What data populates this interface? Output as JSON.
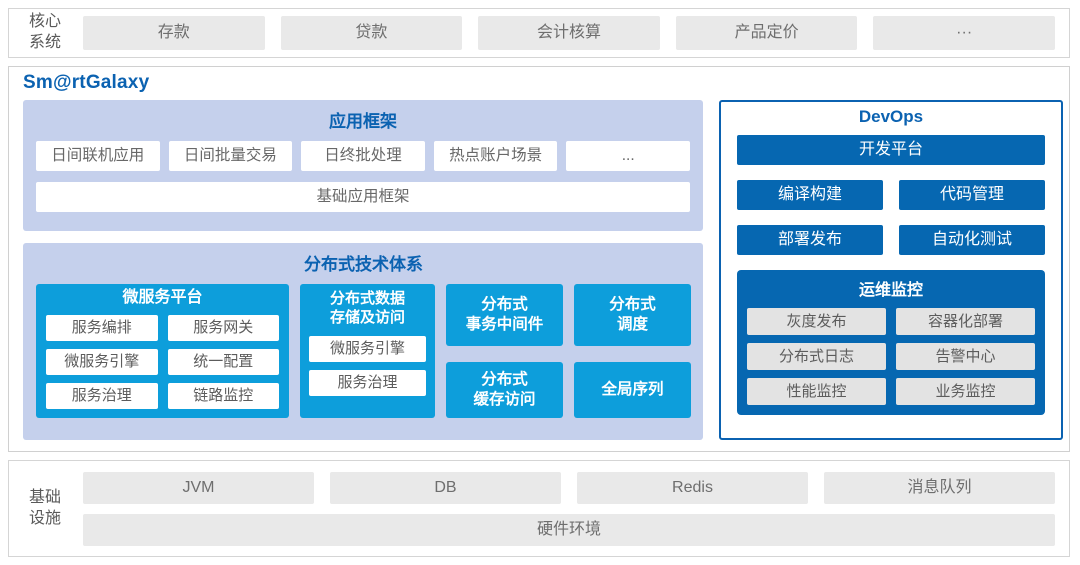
{
  "colors": {
    "brand_blue": "#0b62b1",
    "cyan": "#0d9edb",
    "dark_blue": "#0667b1",
    "section_bg": "#c5d0ec",
    "gray_box": "#e9e9e9"
  },
  "top_band": {
    "label": "核心\n系统",
    "items": [
      "存款",
      "贷款",
      "会计核算",
      "产品定价",
      "···"
    ]
  },
  "platform": {
    "title": "Sm@rtGalaxy",
    "app_framework": {
      "title": "应用框架",
      "items": [
        "日间联机应用",
        "日间批量交易",
        "日终批处理",
        "热点账户场景",
        "..."
      ],
      "base": "基础应用框架"
    },
    "distributed": {
      "title": "分布式技术体系",
      "microservice": {
        "title": "微服务平台",
        "items": [
          "服务编排",
          "服务网关",
          "微服务引擎",
          "统一配置",
          "服务治理",
          "链路监控"
        ]
      },
      "data_storage": {
        "title": "分布式数据\n存储及访问",
        "items": [
          "微服务引擎",
          "服务治理"
        ]
      },
      "blocks": {
        "transaction": "分布式\n事务中间件",
        "scheduler": "分布式\n调度",
        "cache": "分布式\n缓存访问",
        "sequence": "全局序列"
      }
    },
    "devops": {
      "title": "DevOps",
      "dev_platform": "开发平台",
      "tools": [
        "编译构建",
        "代码管理",
        "部署发布",
        "自动化测试"
      ],
      "monitoring": {
        "title": "运维监控",
        "items": [
          "灰度发布",
          "容器化部署",
          "分布式日志",
          "告警中心",
          "性能监控",
          "业务监控"
        ]
      }
    }
  },
  "bottom_band": {
    "label": "基础\n设施",
    "items": [
      "JVM",
      "DB",
      "Redis",
      "消息队列"
    ],
    "hardware": "硬件环境"
  }
}
